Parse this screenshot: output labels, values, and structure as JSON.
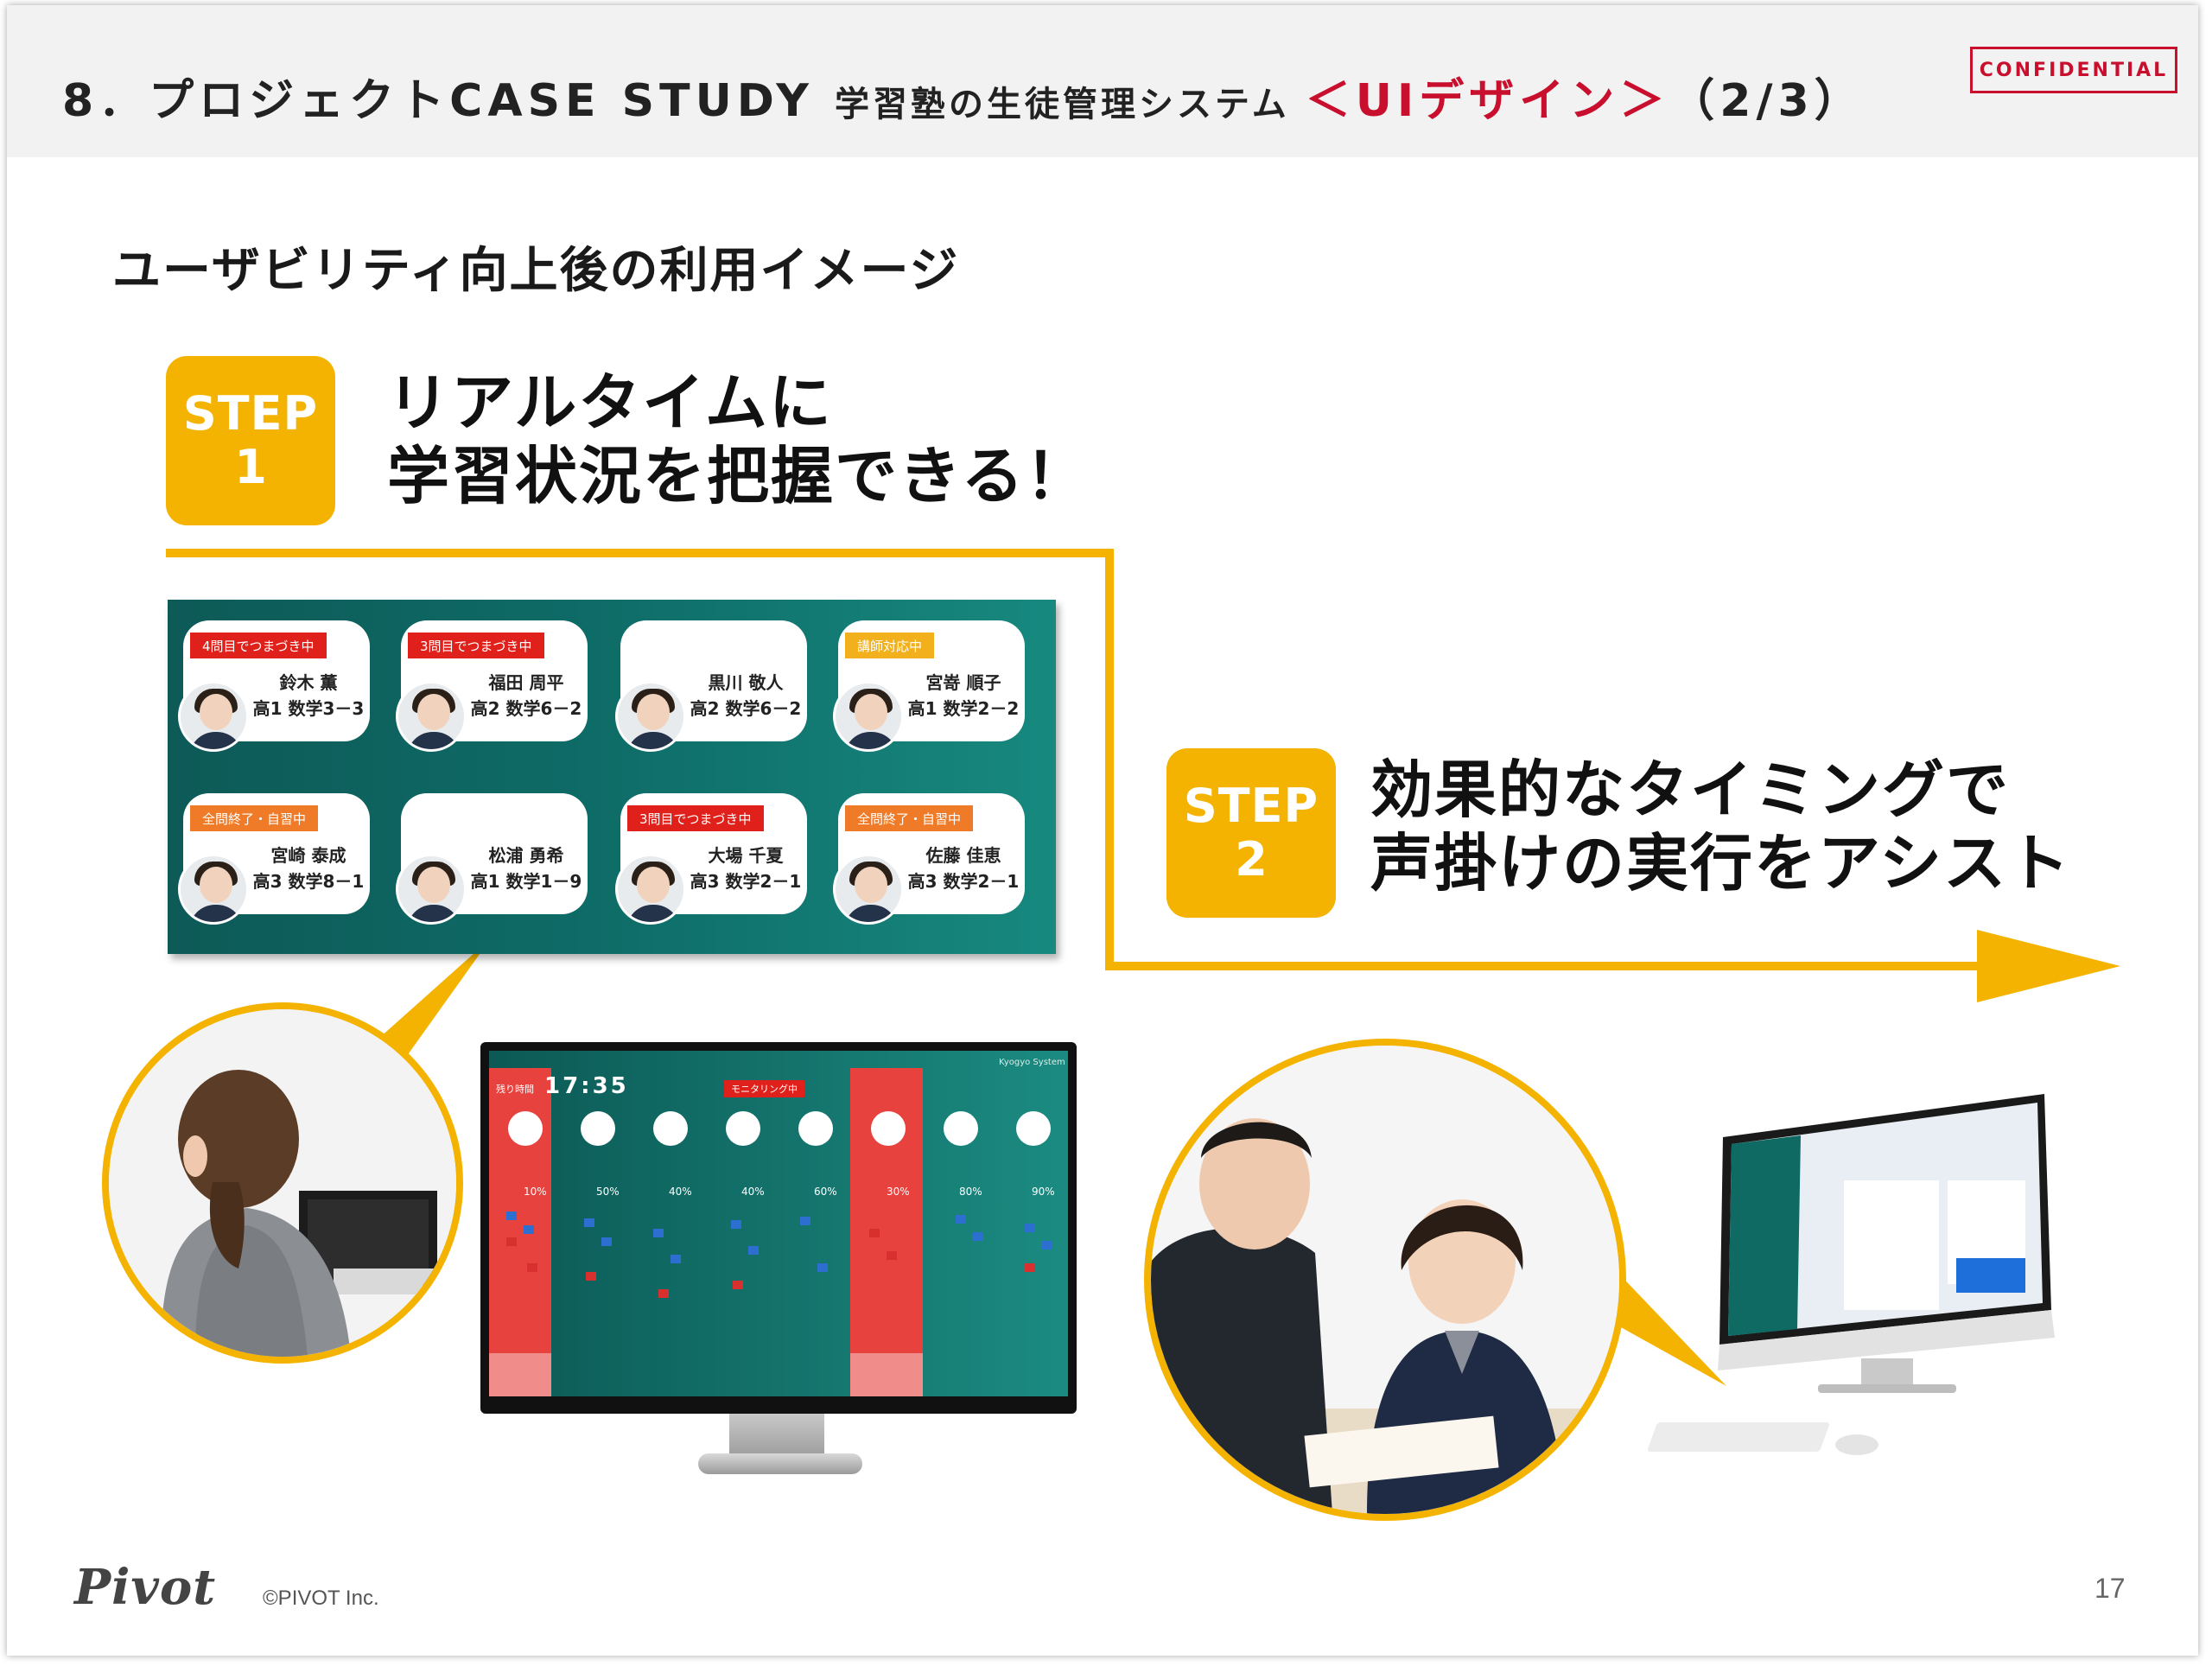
{
  "header": {
    "title_main": "8．プロジェクトCASE STUDY ",
    "title_sub": "学習塾の生徒管理システム ",
    "title_accent": "＜UIデザイン＞",
    "title_page": "（2/3）",
    "confidential": "CONFIDENTIAL"
  },
  "section_title": "ユーザビリティ向上後の利用イメージ",
  "steps": [
    {
      "label": "STEP",
      "number": "1",
      "line1": "リアルタイムに",
      "line2": "学習状況を把握できる！"
    },
    {
      "label": "STEP",
      "number": "2",
      "line1": "効果的なタイミングで",
      "line2": "声掛けの実行をアシスト"
    }
  ],
  "students": [
    {
      "tag": "4問目でつまづき中",
      "tag_color": "red",
      "name": "鈴木 薫",
      "class": "高1 数学3－3"
    },
    {
      "tag": "3問目でつまづき中",
      "tag_color": "red",
      "name": "福田 周平",
      "class": "高2 数学6－2"
    },
    {
      "tag": "",
      "tag_color": "",
      "name": "黒川 敬人",
      "class": "高2 数学6－2"
    },
    {
      "tag": "講師対応中",
      "tag_color": "yellow",
      "name": "宮嵜 順子",
      "class": "高1 数学2－2"
    },
    {
      "tag": "全問終了・自習中",
      "tag_color": "orange",
      "name": "宮崎 泰成",
      "class": "高3 数学8－1"
    },
    {
      "tag": "",
      "tag_color": "",
      "name": "松浦 勇希",
      "class": "高1 数学1－9"
    },
    {
      "tag": "3問目でつまづき中",
      "tag_color": "red",
      "name": "大場 千夏",
      "class": "高3 数学2－1"
    },
    {
      "tag": "全問終了・自習中",
      "tag_color": "orange",
      "name": "佐藤 佳恵",
      "class": "高3 数学2－1"
    }
  ],
  "monitor": {
    "time_label": "残り時間",
    "time": "17:35",
    "brand": "Kyogyo System",
    "alert": "モニタリング中",
    "progress": [
      "10%",
      "50%",
      "40%",
      "40%",
      "60%",
      "30%",
      "80%",
      "90%"
    ]
  },
  "footer": {
    "logo": "Pivot",
    "copyright": "©PIVOT Inc.",
    "page": "17"
  },
  "colors": {
    "accent_red": "#c8102e",
    "step_yellow": "#f5b301",
    "panel_teal": "#0e6a66"
  }
}
